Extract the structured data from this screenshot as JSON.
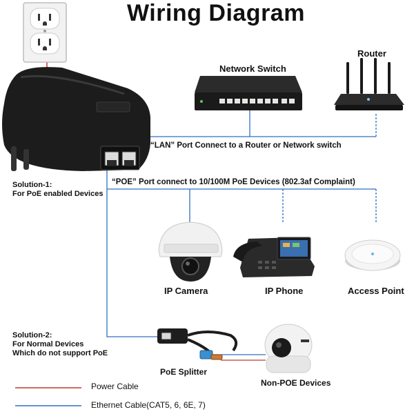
{
  "title": "Wiring Diagram",
  "devices": {
    "network_switch": "Network Switch",
    "router": "Router",
    "ip_camera": "IP Camera",
    "ip_phone": "IP Phone",
    "access_point": "Access Point",
    "poe_splitter": "PoE Splitter",
    "non_poe_devices": "Non-POE Devices"
  },
  "notes": {
    "lan_port": "“LAN” Port Connect to a Router or Network switch",
    "poe_port": "“POE” Port connect to 10/100M PoE Devices (802.3af Complaint)"
  },
  "solutions": {
    "solution1_line1": "Solution-1:",
    "solution1_line2": "For PoE enabled Devices",
    "solution2_line1": "Solution-2:",
    "solution2_line2": "For Normal Devices",
    "solution2_line3": "Which do not support PoE"
  },
  "legend": {
    "power_cable": "Power Cable",
    "ethernet_cable": "Ethernet Cable(CAT5, 6, 6E, 7)"
  },
  "colors": {
    "power_cable": "#c0392b",
    "ethernet_cable": "#2e6fc4",
    "device_dark": "#1c1c1c",
    "device_light": "#eeeeee"
  },
  "icons": [
    "wall-outlet-icon",
    "poe-injector-icon",
    "network-switch-icon",
    "router-icon",
    "ip-camera-icon",
    "ip-phone-icon",
    "access-point-icon",
    "poe-splitter-icon",
    "non-poe-camera-icon"
  ]
}
